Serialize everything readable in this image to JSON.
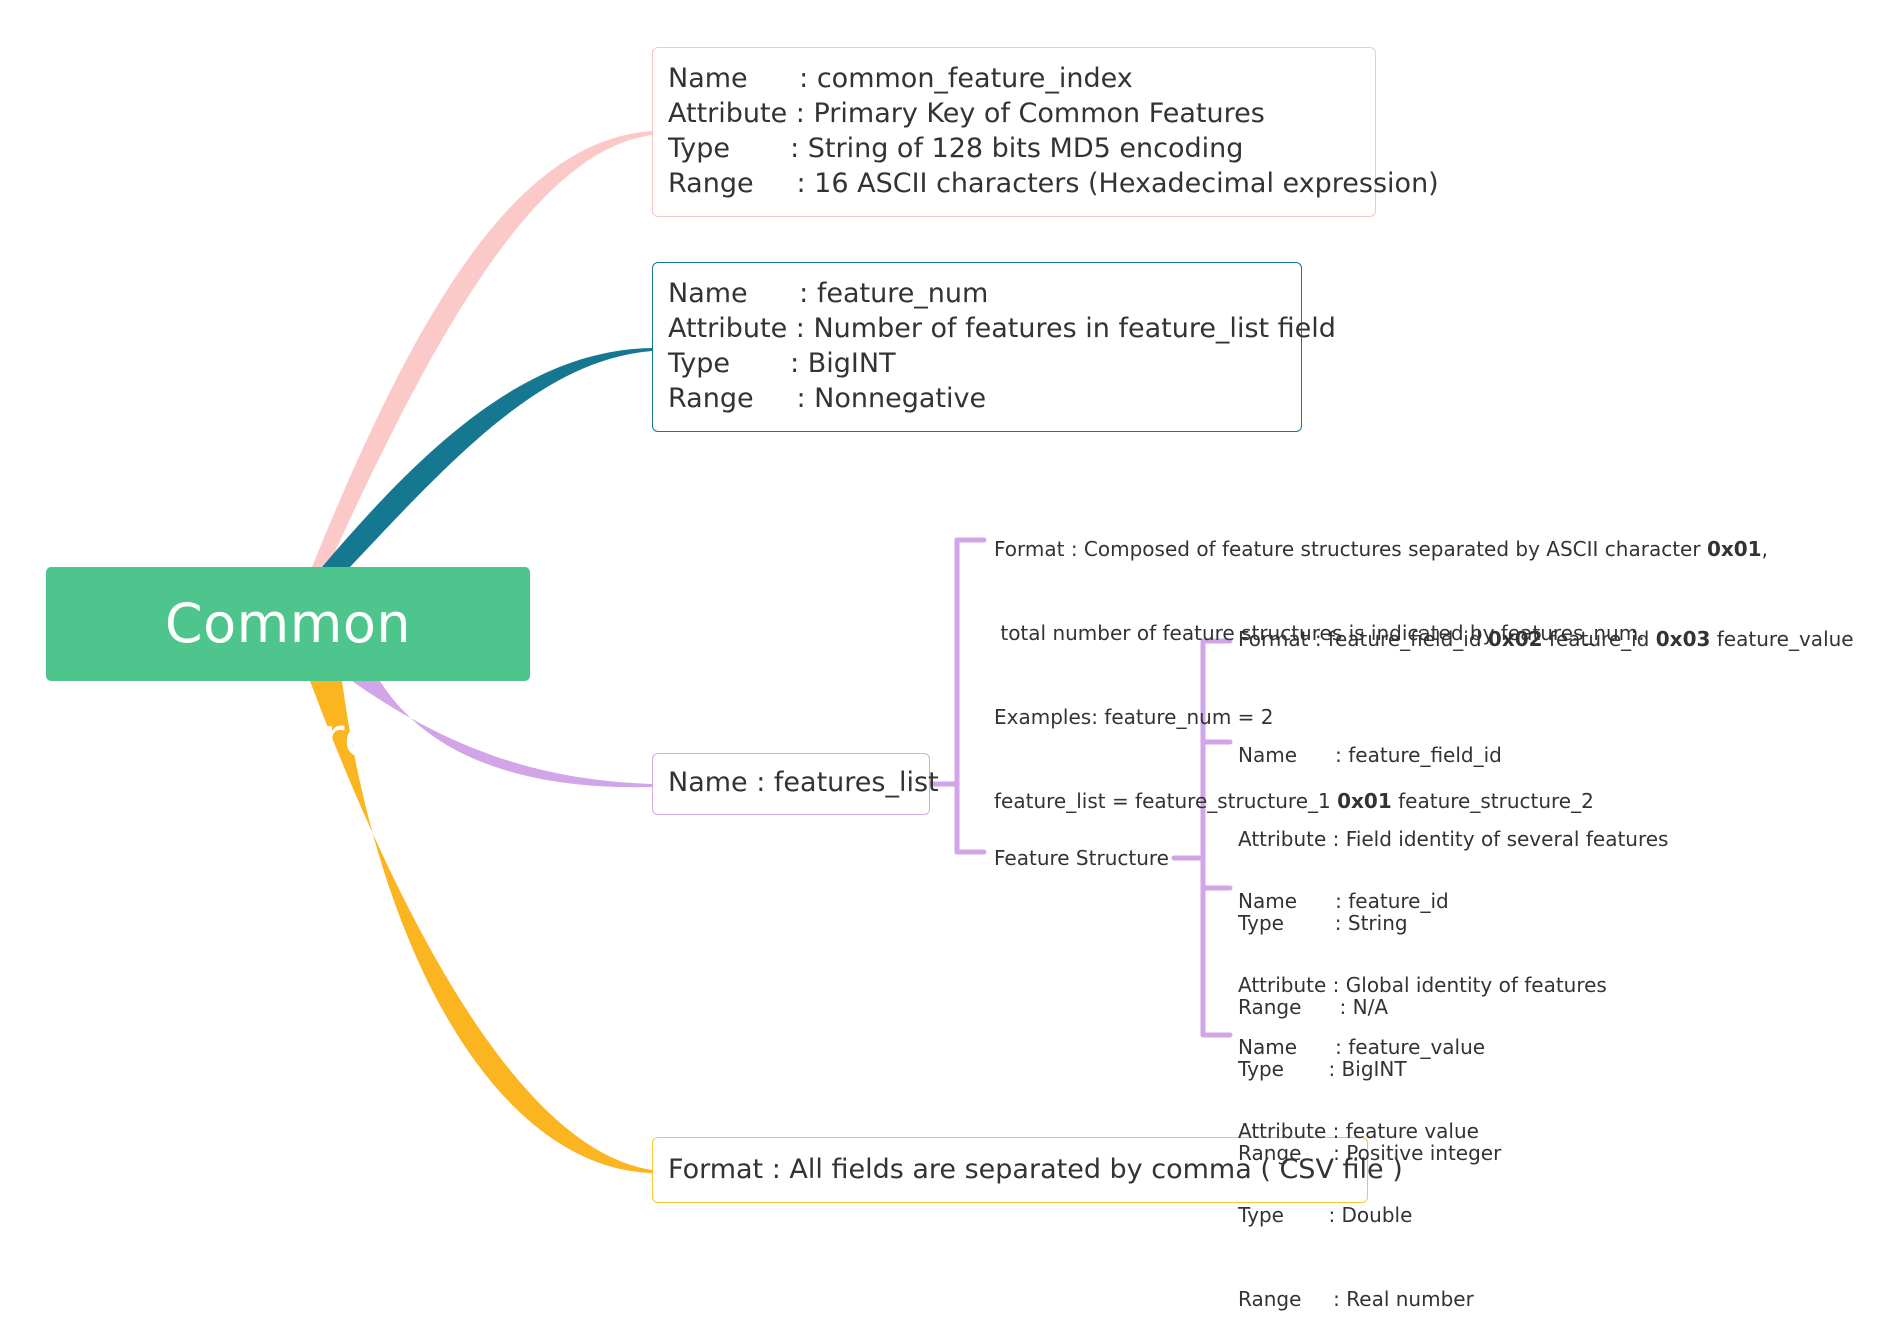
{
  "root": {
    "title": "Common Features"
  },
  "nodes": {
    "index": {
      "lines": [
        "Name      : common_feature_index",
        "Attribute : Primary Key of Common Features",
        "Type       : String of 128 bits MD5 encoding",
        "Range     : 16 ASCII characters (Hexadecimal expression)"
      ]
    },
    "num": {
      "lines": [
        "Name      : feature_num",
        "Attribute : Number of features in feature_list field",
        "Type       : BigINT",
        "Range     : Nonnegative"
      ]
    },
    "list": {
      "label": "Name : features_list"
    },
    "format": {
      "label": "Format : All fields are separated by comma ( CSV file )"
    }
  },
  "features_list": {
    "format": {
      "line1_pre": "Format : Composed of feature structures separated by ASCII character ",
      "line1_code": "0x01",
      "line1_post": ",",
      "line2": " total number of feature structures is indicated by features_num.",
      "line3": "Examples: feature_num = 2",
      "line4_pre": "feature_list = feature_structure_1 ",
      "line4_code": "0x01",
      "line4_post": " feature_structure_2"
    },
    "structure_label": "Feature Structure",
    "structure": {
      "format": {
        "pre": "Format : feature_field_id ",
        "code1": "0x02",
        "mid": " feature_id ",
        "code2": "0x03",
        "post": " feature_value"
      },
      "field_id": [
        "Name      : feature_field_id",
        "Attribute : Field identity of several features",
        "Type        : String",
        "Range      : N/A"
      ],
      "feature_id": [
        "Name      : feature_id",
        "Attribute : Global identity of features",
        "Type       : BigINT",
        "Range     : Positive integer"
      ],
      "feature_value": [
        "Name      : feature_value",
        "Attribute : feature value",
        "Type       : Double",
        "Range     : Real number"
      ]
    }
  },
  "colors": {
    "root": "#4ec58c",
    "branch_pink": "#fcc9c9",
    "branch_teal": "#167890",
    "branch_purple": "#d2a4e8",
    "branch_yellow": "#fbb520"
  }
}
